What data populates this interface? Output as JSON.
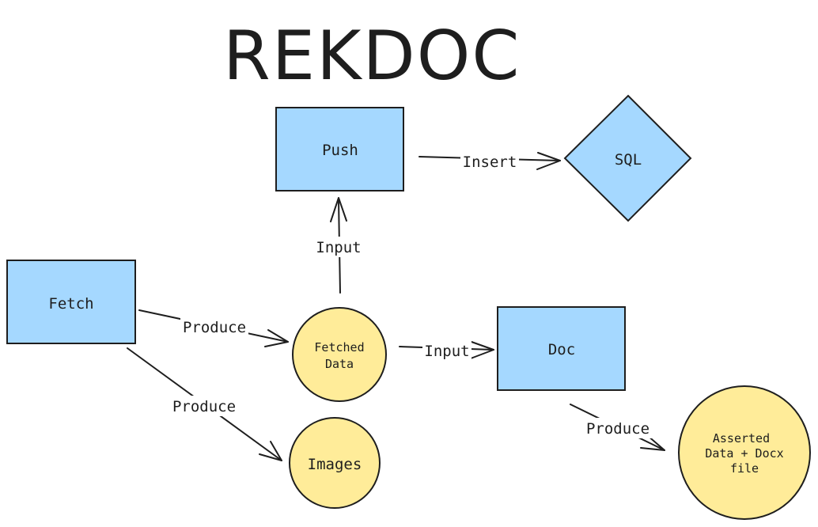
{
  "title": "REKDOC",
  "nodes": {
    "push": "Push",
    "sql": "SQL",
    "fetch": "Fetch",
    "fetched_data": [
      "Fetched",
      "Data"
    ],
    "doc": "Doc",
    "images": "Images",
    "asserted": [
      "Asserted",
      "Data + Docx",
      "file"
    ]
  },
  "edges": {
    "push_sql": "Insert",
    "fetched_push": "Input",
    "fetch_fetched": "Produce",
    "fetch_images": "Produce",
    "fetched_doc": "Input",
    "doc_asserted": "Produce"
  },
  "colors": {
    "box_fill": "#a5d8ff",
    "circle_fill": "#ffec99",
    "stroke": "#1e1e1e"
  }
}
